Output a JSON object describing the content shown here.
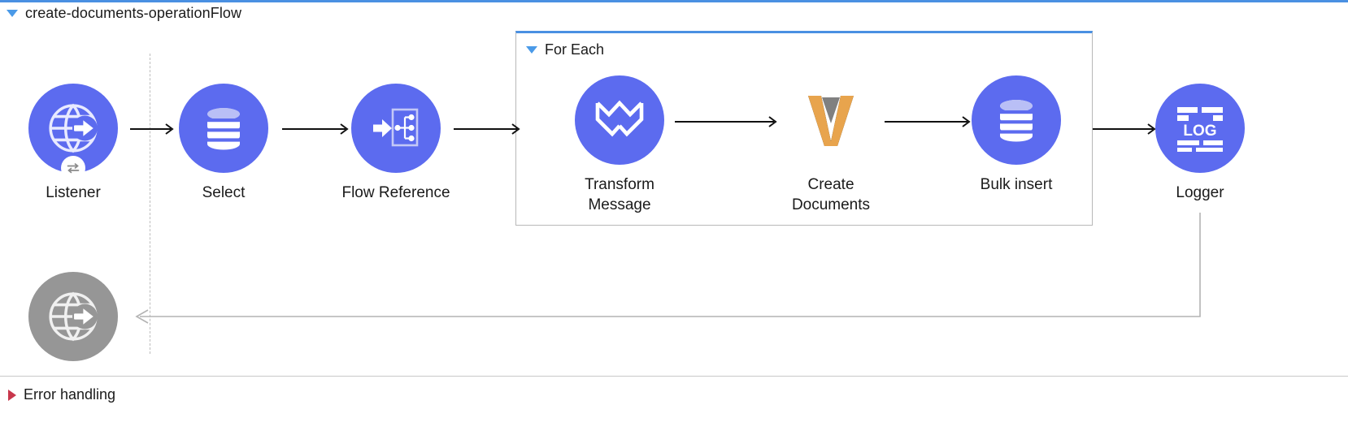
{
  "flow": {
    "title": "create-documents-operationFlow",
    "toggle_icon": "triangle-down-icon",
    "accent_color": "#4a90e2",
    "node_color": "#5c6bef",
    "disabled_color": "#969696"
  },
  "scope": {
    "title": "For Each",
    "toggle_icon": "triangle-down-icon",
    "accent_color": "#4a90e2"
  },
  "nodes": [
    {
      "id": "listener",
      "label": "Listener",
      "icon": "globe-arrow-icon",
      "badge_icon": "exchange-arrows-icon",
      "state": "enabled"
    },
    {
      "id": "select",
      "label": "Select",
      "icon": "database-icon",
      "badge_icon": "",
      "state": "enabled"
    },
    {
      "id": "flow-reference",
      "label": "Flow Reference",
      "icon": "flow-reference-icon",
      "badge_icon": "",
      "state": "enabled"
    },
    {
      "id": "transform-message",
      "label": "Transform\nMessage",
      "icon": "dataweave-icon",
      "badge_icon": "",
      "state": "enabled"
    },
    {
      "id": "create-documents",
      "label": "Create Documents",
      "icon": "mongodb-leaf-icon",
      "badge_icon": "",
      "state": "enabled"
    },
    {
      "id": "bulk-insert",
      "label": "Bulk insert",
      "icon": "database-icon",
      "badge_icon": "",
      "state": "enabled"
    },
    {
      "id": "logger",
      "label": "Logger",
      "icon": "log-icon",
      "badge_icon": "",
      "state": "enabled"
    },
    {
      "id": "error-source",
      "label": "",
      "icon": "globe-arrow-icon",
      "badge_icon": "",
      "state": "disabled"
    }
  ],
  "error_handling": {
    "title": "Error handling",
    "toggle_icon": "triangle-right-icon",
    "toggle_color": "#c8374c"
  },
  "icon_text": {
    "log_label": "LOG"
  }
}
